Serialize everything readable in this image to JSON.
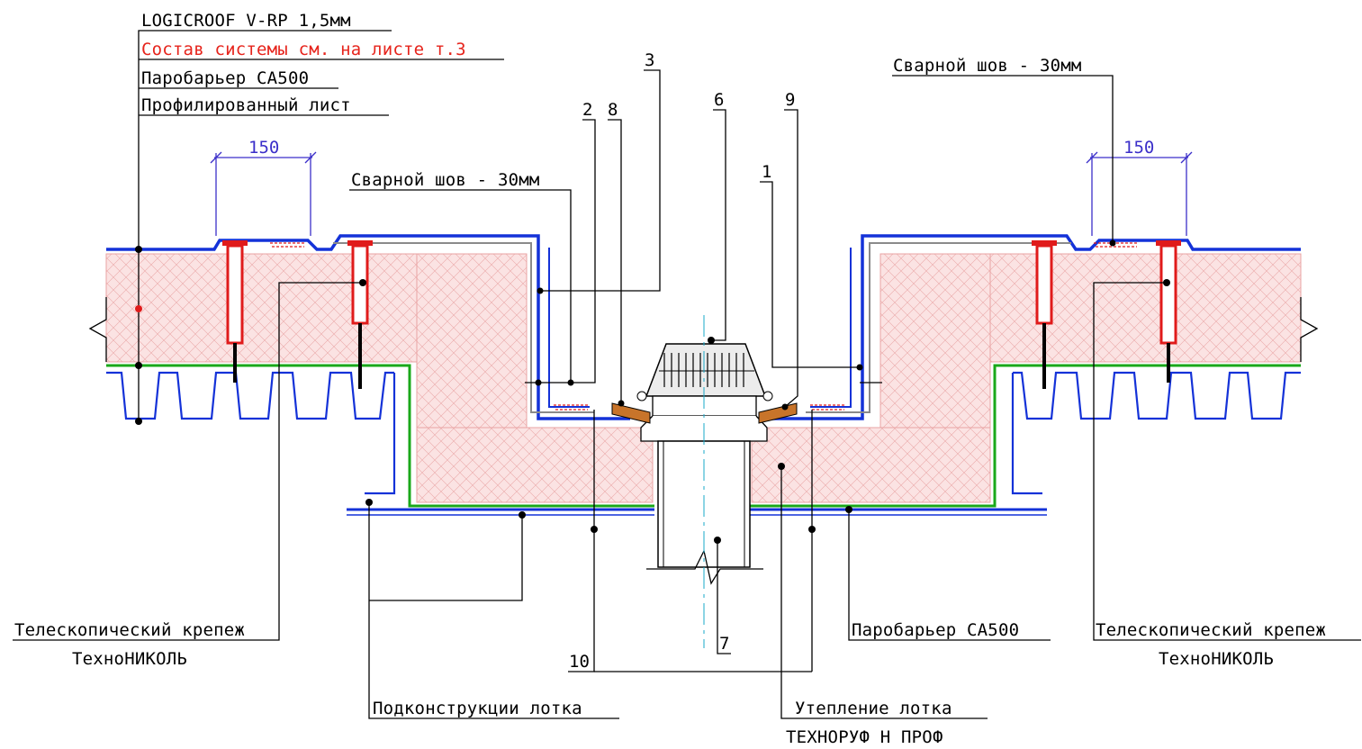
{
  "colors": {
    "membrane": "#1432d8",
    "vapor_barrier": "#1aa81a",
    "insulation_fill": "#fbe3e3",
    "insulation_line": "#e9a3a3",
    "fastener": "#e01b1b",
    "dimension": "#3b2fc9",
    "flashing": "#c8742a"
  },
  "layers_legend": {
    "membrane": "LOGICROOF V-RP 1,5мм",
    "system_ref": "Состав системы см. на листе т.3",
    "vapor_barrier": "Паробарьер СА500",
    "deck": "Профилированный лист"
  },
  "labels": {
    "weld_seam_center": "Сварной шов - 30мм",
    "weld_seam_right": "Сварной шов - 30мм",
    "dimension_left": "150",
    "dimension_right": "150",
    "fastener_left_line1": "Телескопический крепеж",
    "fastener_left_line2": "ТехноНИКОЛЬ",
    "fastener_right_line1": "Телескопический крепеж",
    "fastener_right_line2": "ТехноНИКОЛЬ",
    "tray_substructure": "Подконструкции лотка",
    "tray_insulation_line1": "Утепление лотка",
    "tray_insulation_line2": "ТЕХНОРУФ Н ПРОФ",
    "vapor_barrier_bottom": "Паробарьер СА500"
  },
  "callouts": [
    "1",
    "2",
    "3",
    "6",
    "7",
    "8",
    "9",
    "10"
  ]
}
